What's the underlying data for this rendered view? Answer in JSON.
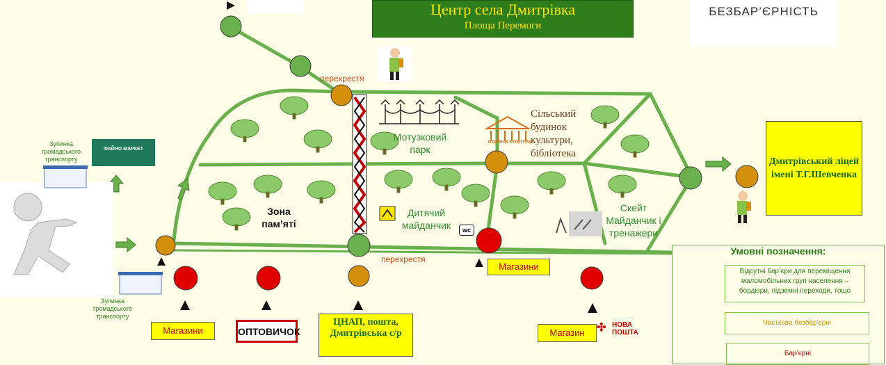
{
  "title": {
    "main": "Центр села Дмитрівка",
    "sub": "Площа Перемоги"
  },
  "accessibility_label": "БЕЗБАР’ЄРНІСТЬ",
  "places": {
    "crossing_top": "перехрестя",
    "crossing_bottom": "перехрестя",
    "rope_park": "Мотузковий парк",
    "culture_house": "Сільський будинок культури, бібліотека",
    "culture_house_sign": "БУДИНОК КУЛЬТУРИ",
    "memorial_zone": "Зона пам’яті",
    "playground": "Дитячий майданчик",
    "wc": "wc",
    "skate": "Скейт Майданчик і тренажери",
    "lyceum": "Дмитрівський ліцей імені Т.Г.Шевченка",
    "bus_stop_top": "Зупинка громадського транспорту",
    "bus_stop_bottom": "Зупинка громадського транспорту",
    "faino_market": "ФАЙНО МАРКЕТ",
    "shops_left": "Магазини",
    "shops_mid": "Магазини",
    "shop_right": "Магазин",
    "optovychok": "ОПТОВИЧОК",
    "nova_poshta": "НОВА ПОШТА",
    "cnap": "ЦНАП, пошта, Дмитрівська с/р"
  },
  "legend": {
    "title": "Умовні позначення:",
    "green": "Відсутні бар’єри для переміщення маломобільних груп населення – бордюри, підземні переходи, тощо",
    "orange": "Частково безбар’єрні",
    "red": "Бар’єрні"
  },
  "colors": {
    "path": "#6ab04c",
    "green_dot": "#6ab04c",
    "orange_dot": "#d4900a",
    "red_dot": "#e00000",
    "title_bg": "#2e7d1b",
    "title_text": "#ffe600"
  }
}
